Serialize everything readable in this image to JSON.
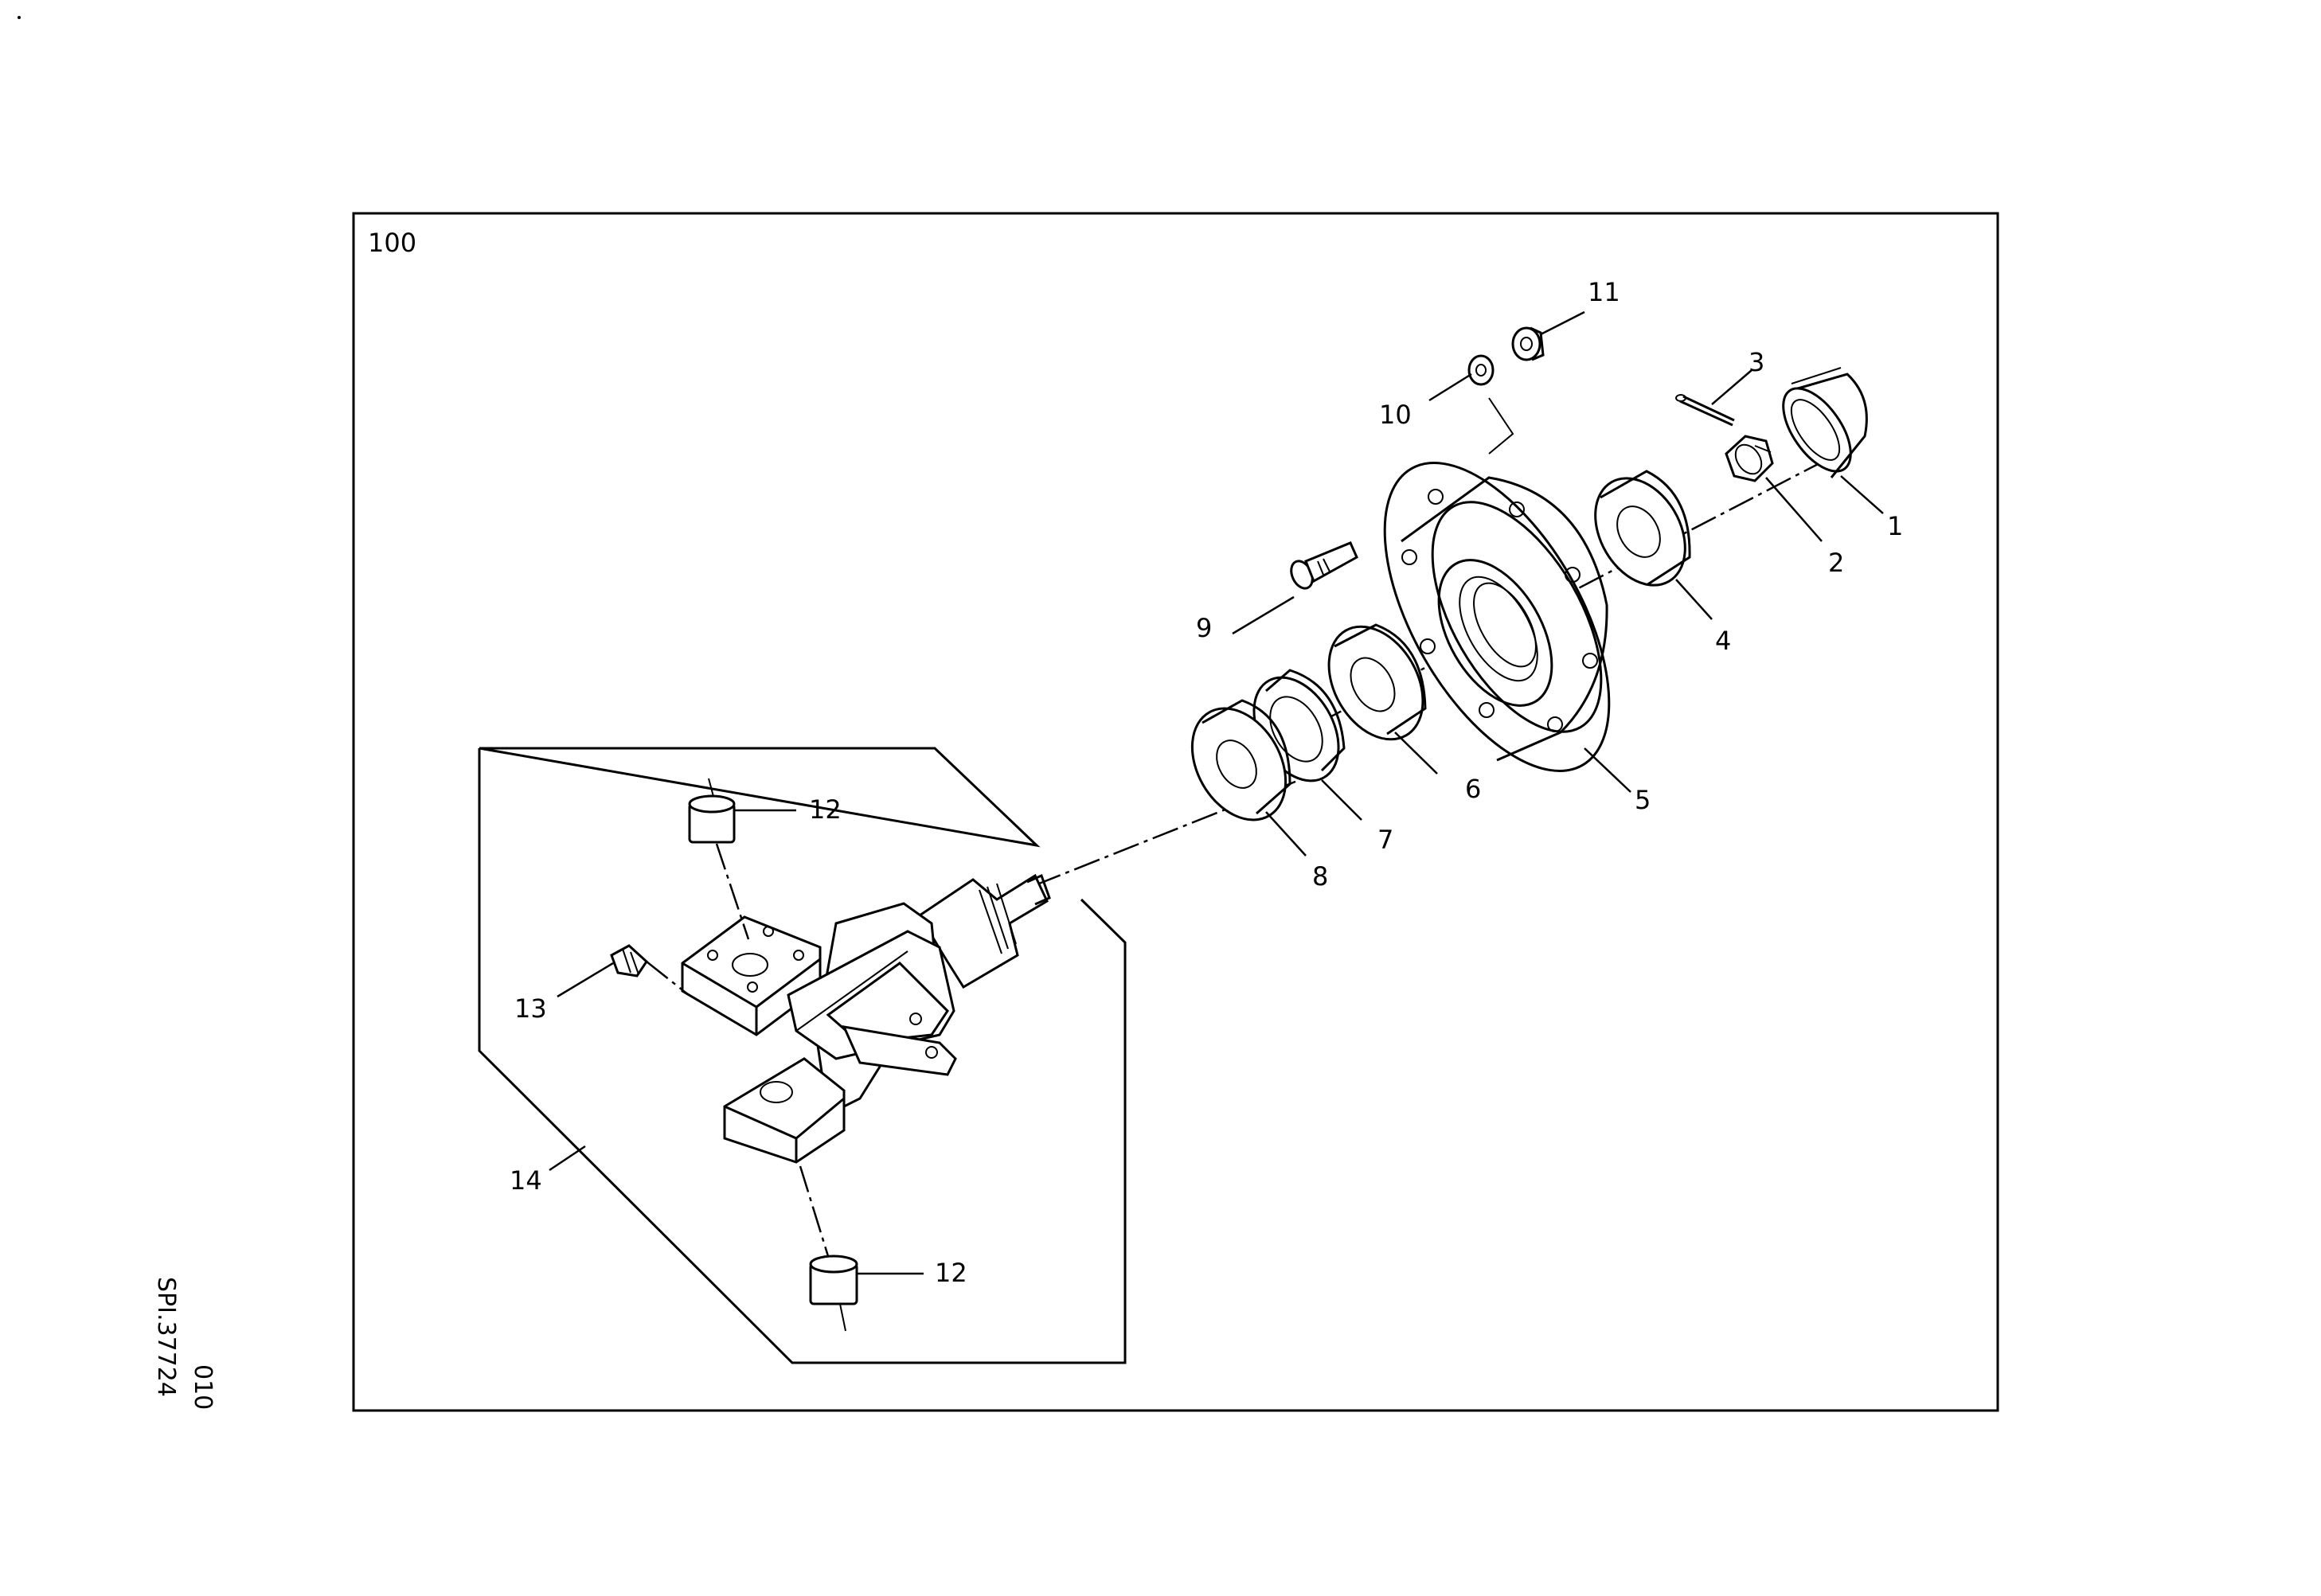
{
  "drawing": {
    "group_number": "100",
    "sheet_code": "SPI.37724",
    "sheet_page": "010"
  },
  "callouts": [
    "1",
    "2",
    "3",
    "4",
    "5",
    "6",
    "7",
    "8",
    "9",
    "10",
    "11",
    "12",
    "12",
    "13",
    "14"
  ],
  "colors": {
    "ink": "#000000",
    "paper": "#ffffff"
  }
}
